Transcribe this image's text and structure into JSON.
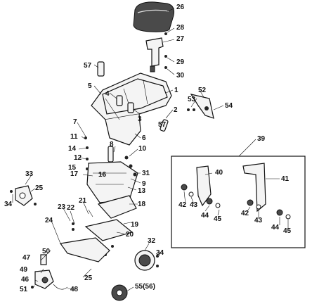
{
  "callouts": [
    {
      "id": "l26",
      "text": "26"
    },
    {
      "id": "l28",
      "text": "28"
    },
    {
      "id": "l27",
      "text": "27"
    },
    {
      "id": "l29",
      "text": "29"
    },
    {
      "id": "l30",
      "text": "30"
    },
    {
      "id": "l57a",
      "text": "57"
    },
    {
      "id": "l5",
      "text": "5"
    },
    {
      "id": "l4",
      "text": "4"
    },
    {
      "id": "l1",
      "text": "1"
    },
    {
      "id": "l52",
      "text": "52"
    },
    {
      "id": "l53",
      "text": "53"
    },
    {
      "id": "l54",
      "text": "54"
    },
    {
      "id": "l2",
      "text": "2"
    },
    {
      "id": "l3",
      "text": "3"
    },
    {
      "id": "l57b",
      "text": "57"
    },
    {
      "id": "l7",
      "text": "7"
    },
    {
      "id": "l6",
      "text": "6"
    },
    {
      "id": "l11",
      "text": "11"
    },
    {
      "id": "l8",
      "text": "8"
    },
    {
      "id": "l10",
      "text": "10"
    },
    {
      "id": "l39",
      "text": "39"
    },
    {
      "id": "l14",
      "text": "14"
    },
    {
      "id": "l12",
      "text": "12"
    },
    {
      "id": "l15",
      "text": "15"
    },
    {
      "id": "l31",
      "text": "31"
    },
    {
      "id": "l9",
      "text": "9"
    },
    {
      "id": "l40",
      "text": "40"
    },
    {
      "id": "l41",
      "text": "41"
    },
    {
      "id": "l16",
      "text": "16"
    },
    {
      "id": "l33",
      "text": "33"
    },
    {
      "id": "l25a",
      "text": "25"
    },
    {
      "id": "l17",
      "text": "17"
    },
    {
      "id": "l13",
      "text": "13"
    },
    {
      "id": "l34a",
      "text": "34"
    },
    {
      "id": "l18",
      "text": "18"
    },
    {
      "id": "l23",
      "text": "23"
    },
    {
      "id": "l21",
      "text": "21"
    },
    {
      "id": "l22",
      "text": "22"
    },
    {
      "id": "l42a",
      "text": "42"
    },
    {
      "id": "l43a",
      "text": "43"
    },
    {
      "id": "l44a",
      "text": "44"
    },
    {
      "id": "l45a",
      "text": "45"
    },
    {
      "id": "l42b",
      "text": "42"
    },
    {
      "id": "l43b",
      "text": "43"
    },
    {
      "id": "l44b",
      "text": "44"
    },
    {
      "id": "l45b",
      "text": "45"
    },
    {
      "id": "l24",
      "text": "24"
    },
    {
      "id": "l19",
      "text": "19"
    },
    {
      "id": "l20",
      "text": "20"
    },
    {
      "id": "l32",
      "text": "32"
    },
    {
      "id": "l50",
      "text": "50"
    },
    {
      "id": "l34b",
      "text": "34"
    },
    {
      "id": "l47",
      "text": "47"
    },
    {
      "id": "l49",
      "text": "49"
    },
    {
      "id": "l25b",
      "text": "25"
    },
    {
      "id": "l46",
      "text": "46"
    },
    {
      "id": "l51",
      "text": "51"
    },
    {
      "id": "l48",
      "text": "48"
    },
    {
      "id": "l55",
      "text": "55(56)"
    }
  ]
}
